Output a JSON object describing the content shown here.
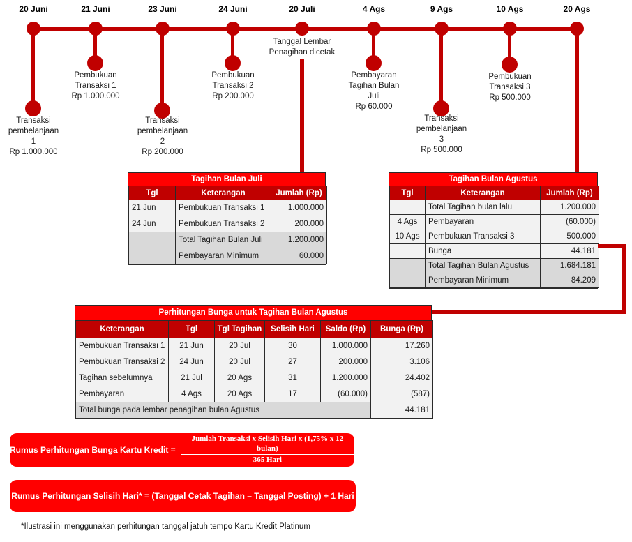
{
  "colors": {
    "accent_bright_red": "#FF0000",
    "accent_dark_red": "#C00000",
    "row_light": "#F2F2F2",
    "row_shaded": "#D9D9D9"
  },
  "timeline": {
    "nodes": [
      {
        "date": "20 Juni",
        "label": "Transaksi\npembelanjaan\n1\nRp 1.000.000"
      },
      {
        "date": "21 Juni",
        "label": "Pembukuan\nTransaksi 1\nRp 1.000.000"
      },
      {
        "date": "23 Juni",
        "label": "Transaksi\npembelanjaan\n2\nRp 200.000"
      },
      {
        "date": "24 Juni",
        "label": "Pembukuan\nTransaksi 2\nRp 200.000"
      },
      {
        "date": "20 Juli",
        "label": "Tanggal Lembar\nPenagihan dicetak"
      },
      {
        "date": "4 Ags",
        "label": "Pembayaran\nTagihan Bulan\nJuli\nRp 60.000"
      },
      {
        "date": "9 Ags",
        "label": "Transaksi\npembelanjaan\n3\nRp 500.000"
      },
      {
        "date": "10 Ags",
        "label": "Pembukuan\nTransaksi 3\nRp 500.000"
      },
      {
        "date": "20 Ags",
        "label": ""
      }
    ]
  },
  "tables": {
    "juli": {
      "title": "Tagihan Bulan Juli",
      "headers": [
        "Tgl",
        "Keterangan",
        "Jumlah (Rp)"
      ],
      "rows": [
        {
          "tgl": "21 Jun",
          "ket": "Pembukuan Transaksi 1",
          "jumlah": "1.000.000"
        },
        {
          "tgl": "24 Jun",
          "ket": "Pembukuan Transaksi 2",
          "jumlah": "200.000"
        },
        {
          "tgl": "",
          "ket": "Total Tagihan Bulan Juli",
          "jumlah": "1.200.000"
        },
        {
          "tgl": "",
          "ket": "Pembayaran Minimum",
          "jumlah": "60.000"
        }
      ]
    },
    "agustus": {
      "title": "Tagihan Bulan Agustus",
      "headers": [
        "Tgl",
        "Keterangan",
        "Jumlah (Rp)"
      ],
      "rows": [
        {
          "tgl": "",
          "ket": "Total Tagihan bulan lalu",
          "jumlah": "1.200.000"
        },
        {
          "tgl": "4 Ags",
          "ket": "Pembayaran",
          "jumlah": "(60.000)"
        },
        {
          "tgl": "10 Ags",
          "ket": "Pembukuan Transaksi 3",
          "jumlah": "500.000"
        },
        {
          "tgl": "",
          "ket": "Bunga",
          "jumlah": "44.181"
        },
        {
          "tgl": "",
          "ket": "Total Tagihan Bulan Agustus",
          "jumlah": "1.684.181"
        },
        {
          "tgl": "",
          "ket": "Pembayaran Minimum",
          "jumlah": "84.209"
        }
      ]
    },
    "bunga": {
      "title": "Perhitungan Bunga untuk Tagihan Bulan Agustus",
      "headers": [
        "Keterangan",
        "Tgl",
        "Tgl Tagihan",
        "Selisih Hari",
        "Saldo (Rp)",
        "Bunga (Rp)"
      ],
      "rows": [
        {
          "ket": "Pembukuan Transaksi 1",
          "tgl": "21 Jun",
          "tgl_tagihan": "20 Jul",
          "selisih": "30",
          "saldo": "1.000.000",
          "bunga": "17.260"
        },
        {
          "ket": "Pembukuan Transaksi 2",
          "tgl": "24 Jun",
          "tgl_tagihan": "20 Jul",
          "selisih": "27",
          "saldo": "200.000",
          "bunga": "3.106"
        },
        {
          "ket": "Tagihan sebelumnya",
          "tgl": "21 Jul",
          "tgl_tagihan": "20 Ags",
          "selisih": "31",
          "saldo": "1.200.000",
          "bunga": "24.402"
        },
        {
          "ket": "Pembayaran",
          "tgl": "4 Ags",
          "tgl_tagihan": "20 Ags",
          "selisih": "17",
          "saldo": "(60.000)",
          "bunga": "(587)"
        }
      ],
      "total_label": "Total bunga pada lembar penagihan bulan Agustus",
      "total_value": "44.181"
    }
  },
  "formulas": {
    "bunga_prefix": "Rumus Perhitungan Bunga Kartu Kredit =",
    "bunga_numerator": "Jumlah Transaksi x Selisih Hari x (1,75% x 12 bulan)",
    "bunga_denominator": "365 Hari",
    "selisih_text": "Rumus Perhitungan Selisih Hari* = (Tanggal Cetak Tagihan – Tanggal Posting) + 1 Hari"
  },
  "footnote": "*Ilustrasi ini menggunakan perhitungan tanggal jatuh tempo Kartu Kredit Platinum"
}
